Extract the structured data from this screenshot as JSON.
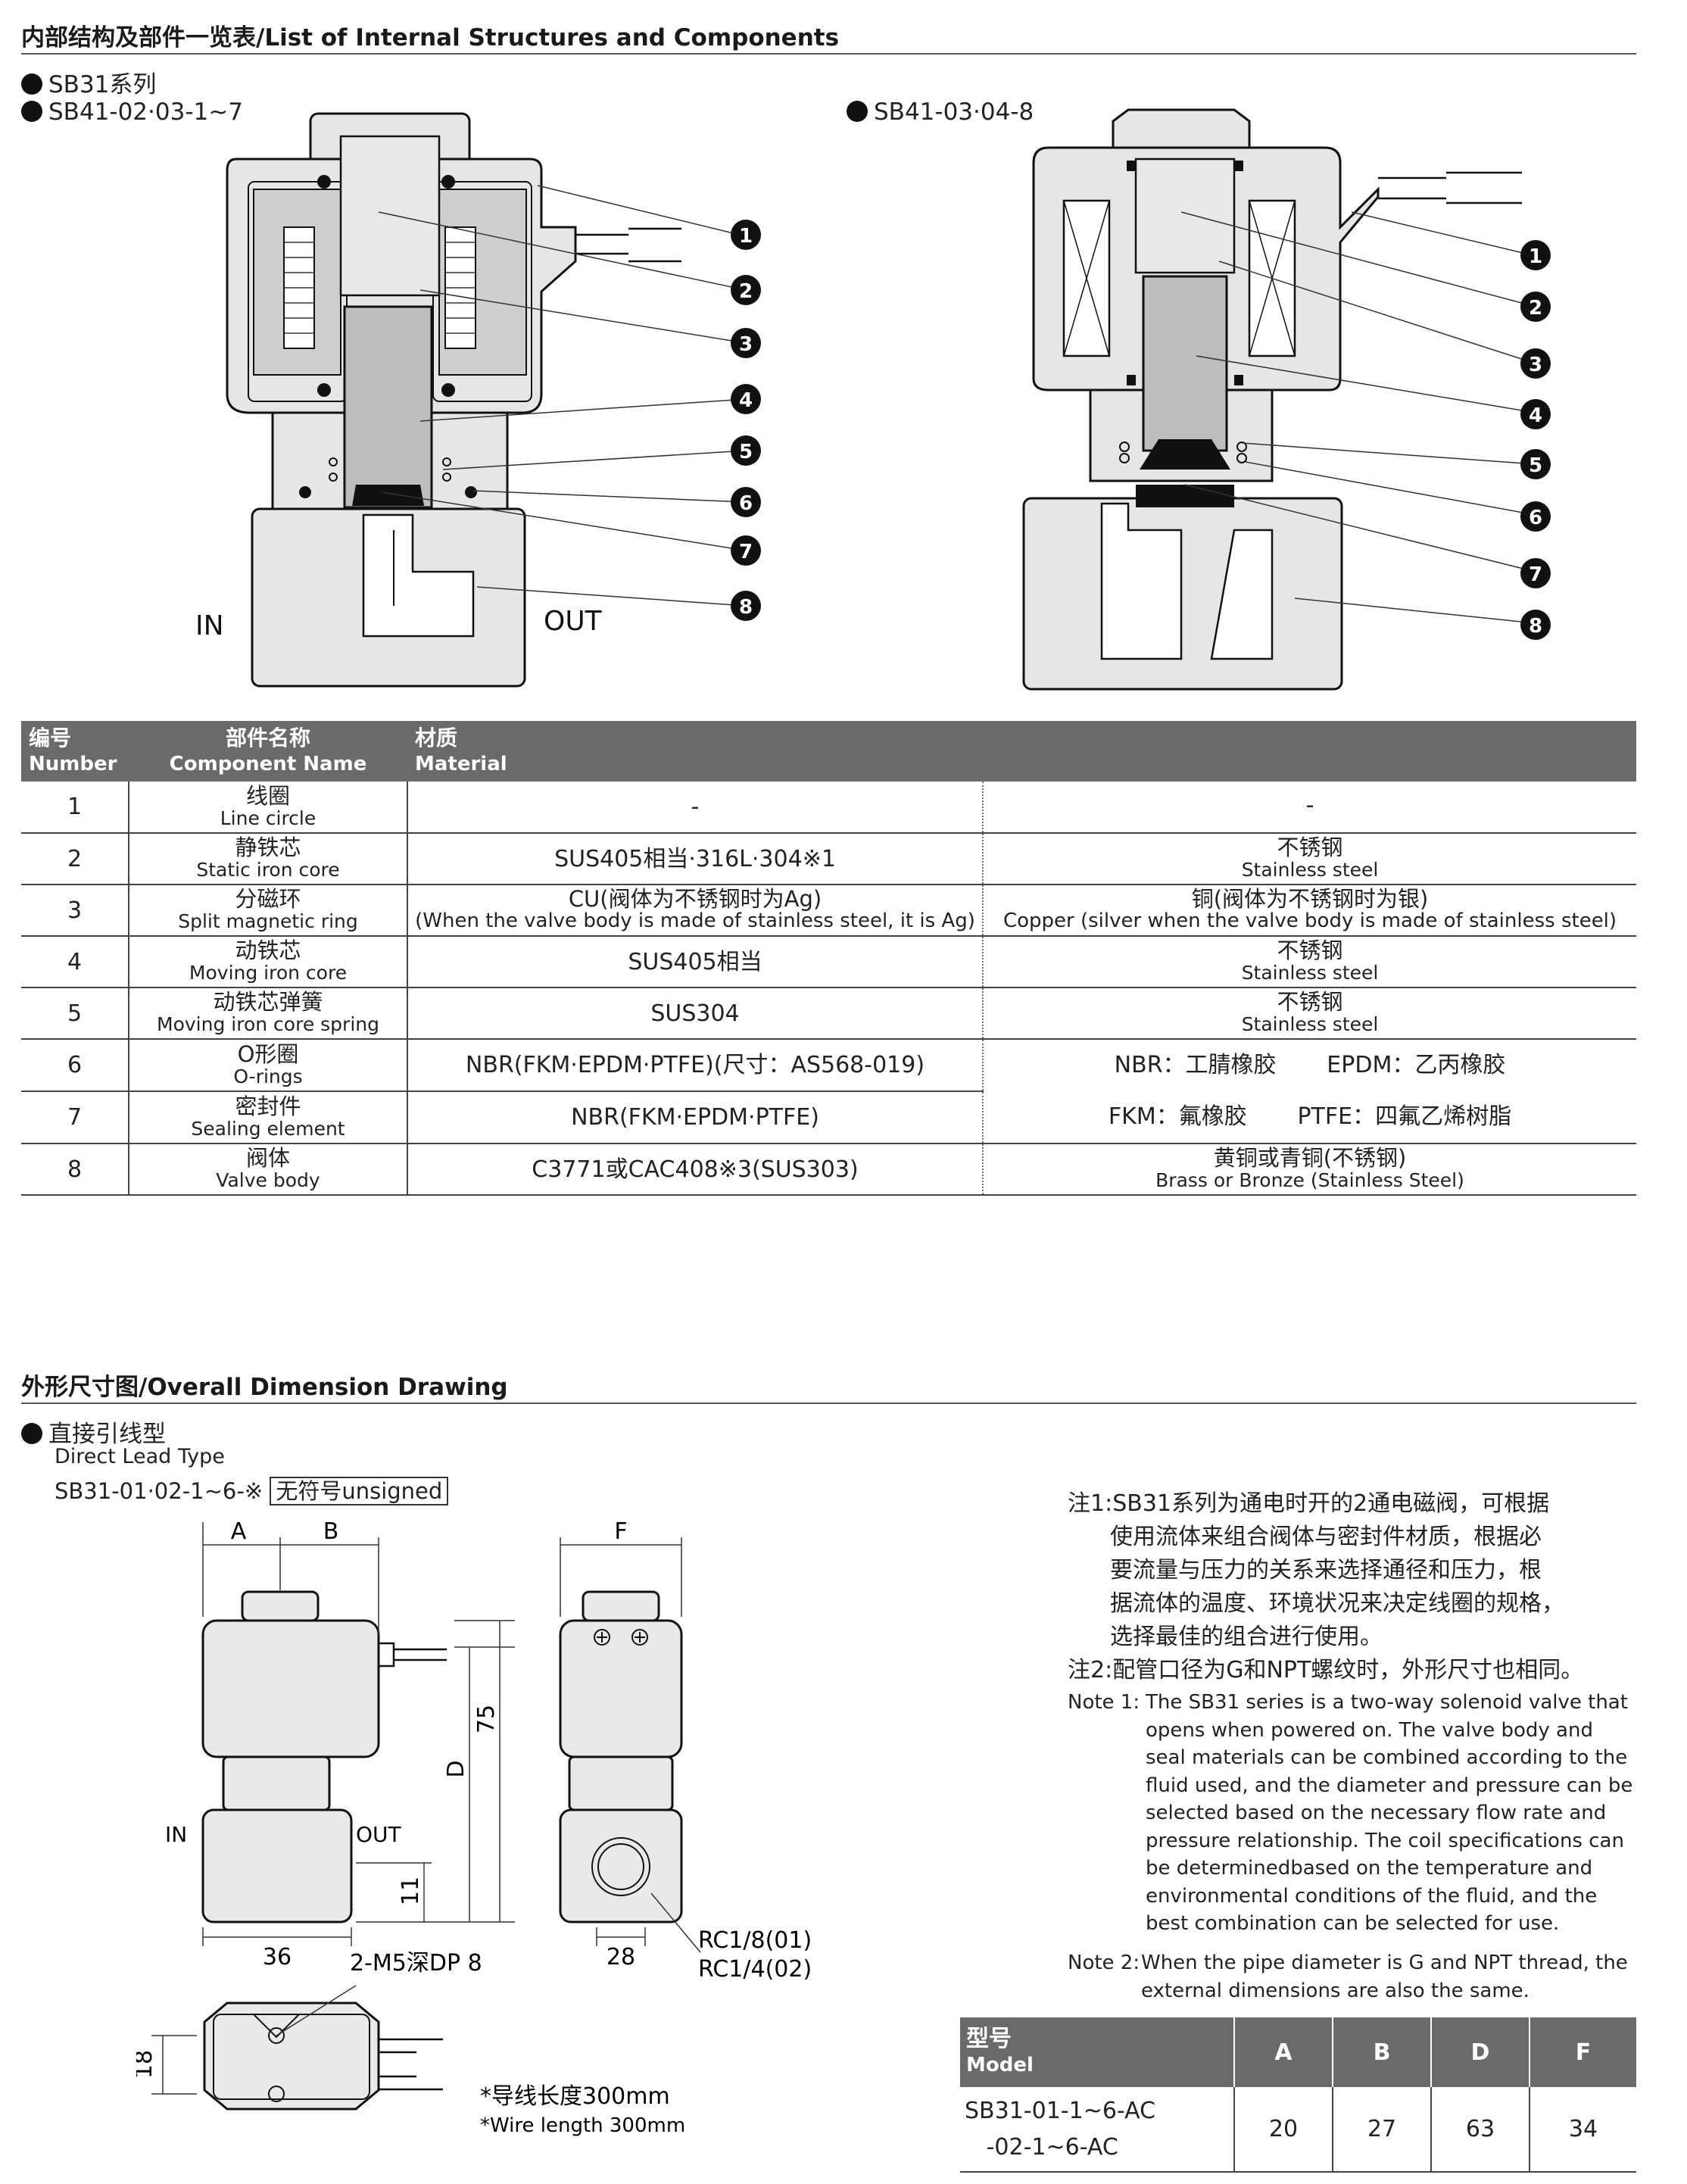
{
  "section1": {
    "title": "内部结构及部件一览表/List of Internal Structures and Components",
    "series_label": "SB31系列",
    "model_left": "SB41-02·03-1~7",
    "model_right": "SB41-03·04-8",
    "diagram_left": {
      "in_label": "IN",
      "out_label": "OUT"
    },
    "callouts": [
      "1",
      "2",
      "3",
      "4",
      "5",
      "6",
      "7",
      "8"
    ]
  },
  "parts_table": {
    "headers": {
      "number_zh": "编号",
      "number_en": "Number",
      "name_zh": "部件名称",
      "name_en": "Component Name",
      "material_zh": "材质",
      "material_en": "Material"
    },
    "rows": [
      {
        "num": "1",
        "name_zh": "线圈",
        "name_en": "Line circle",
        "mat1": "-",
        "mat2_zh": "-",
        "mat2_en": ""
      },
      {
        "num": "2",
        "name_zh": "静铁芯",
        "name_en": "Static iron core",
        "mat1": "SUS405相当·316L·304※1",
        "mat2_zh": "不锈钢",
        "mat2_en": "Stainless steel"
      },
      {
        "num": "3",
        "name_zh": "分磁环",
        "name_en": "Split magnetic ring",
        "mat1_zh": "CU(阀体为不锈钢时为Ag)",
        "mat1_en": "(When the valve body is made of stainless steel, it is Ag)",
        "mat2_zh": "铜(阀体为不锈钢时为银)",
        "mat2_en": "Copper (silver when the valve body is made of stainless steel)"
      },
      {
        "num": "4",
        "name_zh": "动铁芯",
        "name_en": "Moving iron core",
        "mat1": "SUS405相当",
        "mat2_zh": "不锈钢",
        "mat2_en": "Stainless steel"
      },
      {
        "num": "5",
        "name_zh": "动铁芯弹簧",
        "name_en": "Moving iron core spring",
        "mat1": "SUS304",
        "mat2_zh": "不锈钢",
        "mat2_en": "Stainless steel"
      },
      {
        "num": "6",
        "name_zh": "O形圈",
        "name_en": "O-rings",
        "mat1": "NBR(FKM·EPDM·PTFE)(尺寸：AS568-019)"
      },
      {
        "num": "7",
        "name_zh": "密封件",
        "name_en": "Sealing element",
        "mat1": "NBR(FKM·EPDM·PTFE)"
      },
      {
        "num": "8",
        "name_zh": "阀体",
        "name_en": "Valve body",
        "mat1": "C3771或CAC408※3(SUS303)",
        "mat2_zh": "黄铜或青铜(不锈钢)",
        "mat2_en": "Brass or Bronze (Stainless Steel)"
      }
    ],
    "rubber_legend": {
      "line1": "NBR：工腈橡胶       EPDM：乙丙橡胶",
      "line2": "FKM：氟橡胶       PTFE：四氟乙烯树脂"
    }
  },
  "section2": {
    "title": "外形尺寸图/Overall Dimension Drawing",
    "type_zh": "直接引线型",
    "type_en": "Direct Lead Type",
    "model_code": "SB31-01·02-1~6-※",
    "unsigned_box": "无符号unsigned",
    "dims": {
      "A": "A",
      "B": "B",
      "D": "D",
      "F": "F",
      "h75": "75",
      "h11": "11",
      "w36": "36",
      "w28": "28",
      "h18": "18",
      "in": "IN",
      "out": "OUT",
      "port1": "RC1/8(01)",
      "port2": "RC1/4(02)",
      "mount": "2-M5深DP 8",
      "wire_zh": "*导线长度300mm",
      "wire_en": "*Wire length 300mm"
    }
  },
  "notes": {
    "zh1": [
      "注1:SB31系列为通电时开的2通电磁阀，可根据",
      "使用流体来组合阀体与密封件材质，根据必",
      "要流量与压力的关系来选择通径和压力，根",
      "据流体的温度、环境状况来决定线圈的规格，",
      "选择最佳的组合进行使用。"
    ],
    "zh2": "注2:配管口径为G和NPT螺纹时，外形尺寸也相同。",
    "en1_head": "Note 1:",
    "en1": [
      "The SB31 series is a two-way solenoid valve that",
      "opens when powered on. The valve body and",
      "seal materials can be combined according to the",
      "fluid used, and the diameter and pressure can be",
      "selected based on the necessary flow rate and",
      "pressure relationship. The coil specifications can",
      "be determinedbased on the temperature and",
      "environmental conditions of the fluid, and the",
      "best combination can be selected for use."
    ],
    "en2_head": "Note 2:",
    "en2": [
      "When the pipe diameter is G and NPT thread, the",
      "external dimensions are also the same."
    ]
  },
  "model_table": {
    "header_zh": "型号",
    "header_en": "Model",
    "cols": [
      "A",
      "B",
      "D",
      "F"
    ],
    "row": {
      "model": "SB31-01-1~6-AC\n   -02-1~6-AC",
      "A": "20",
      "B": "27",
      "D": "63",
      "F": "34"
    }
  }
}
